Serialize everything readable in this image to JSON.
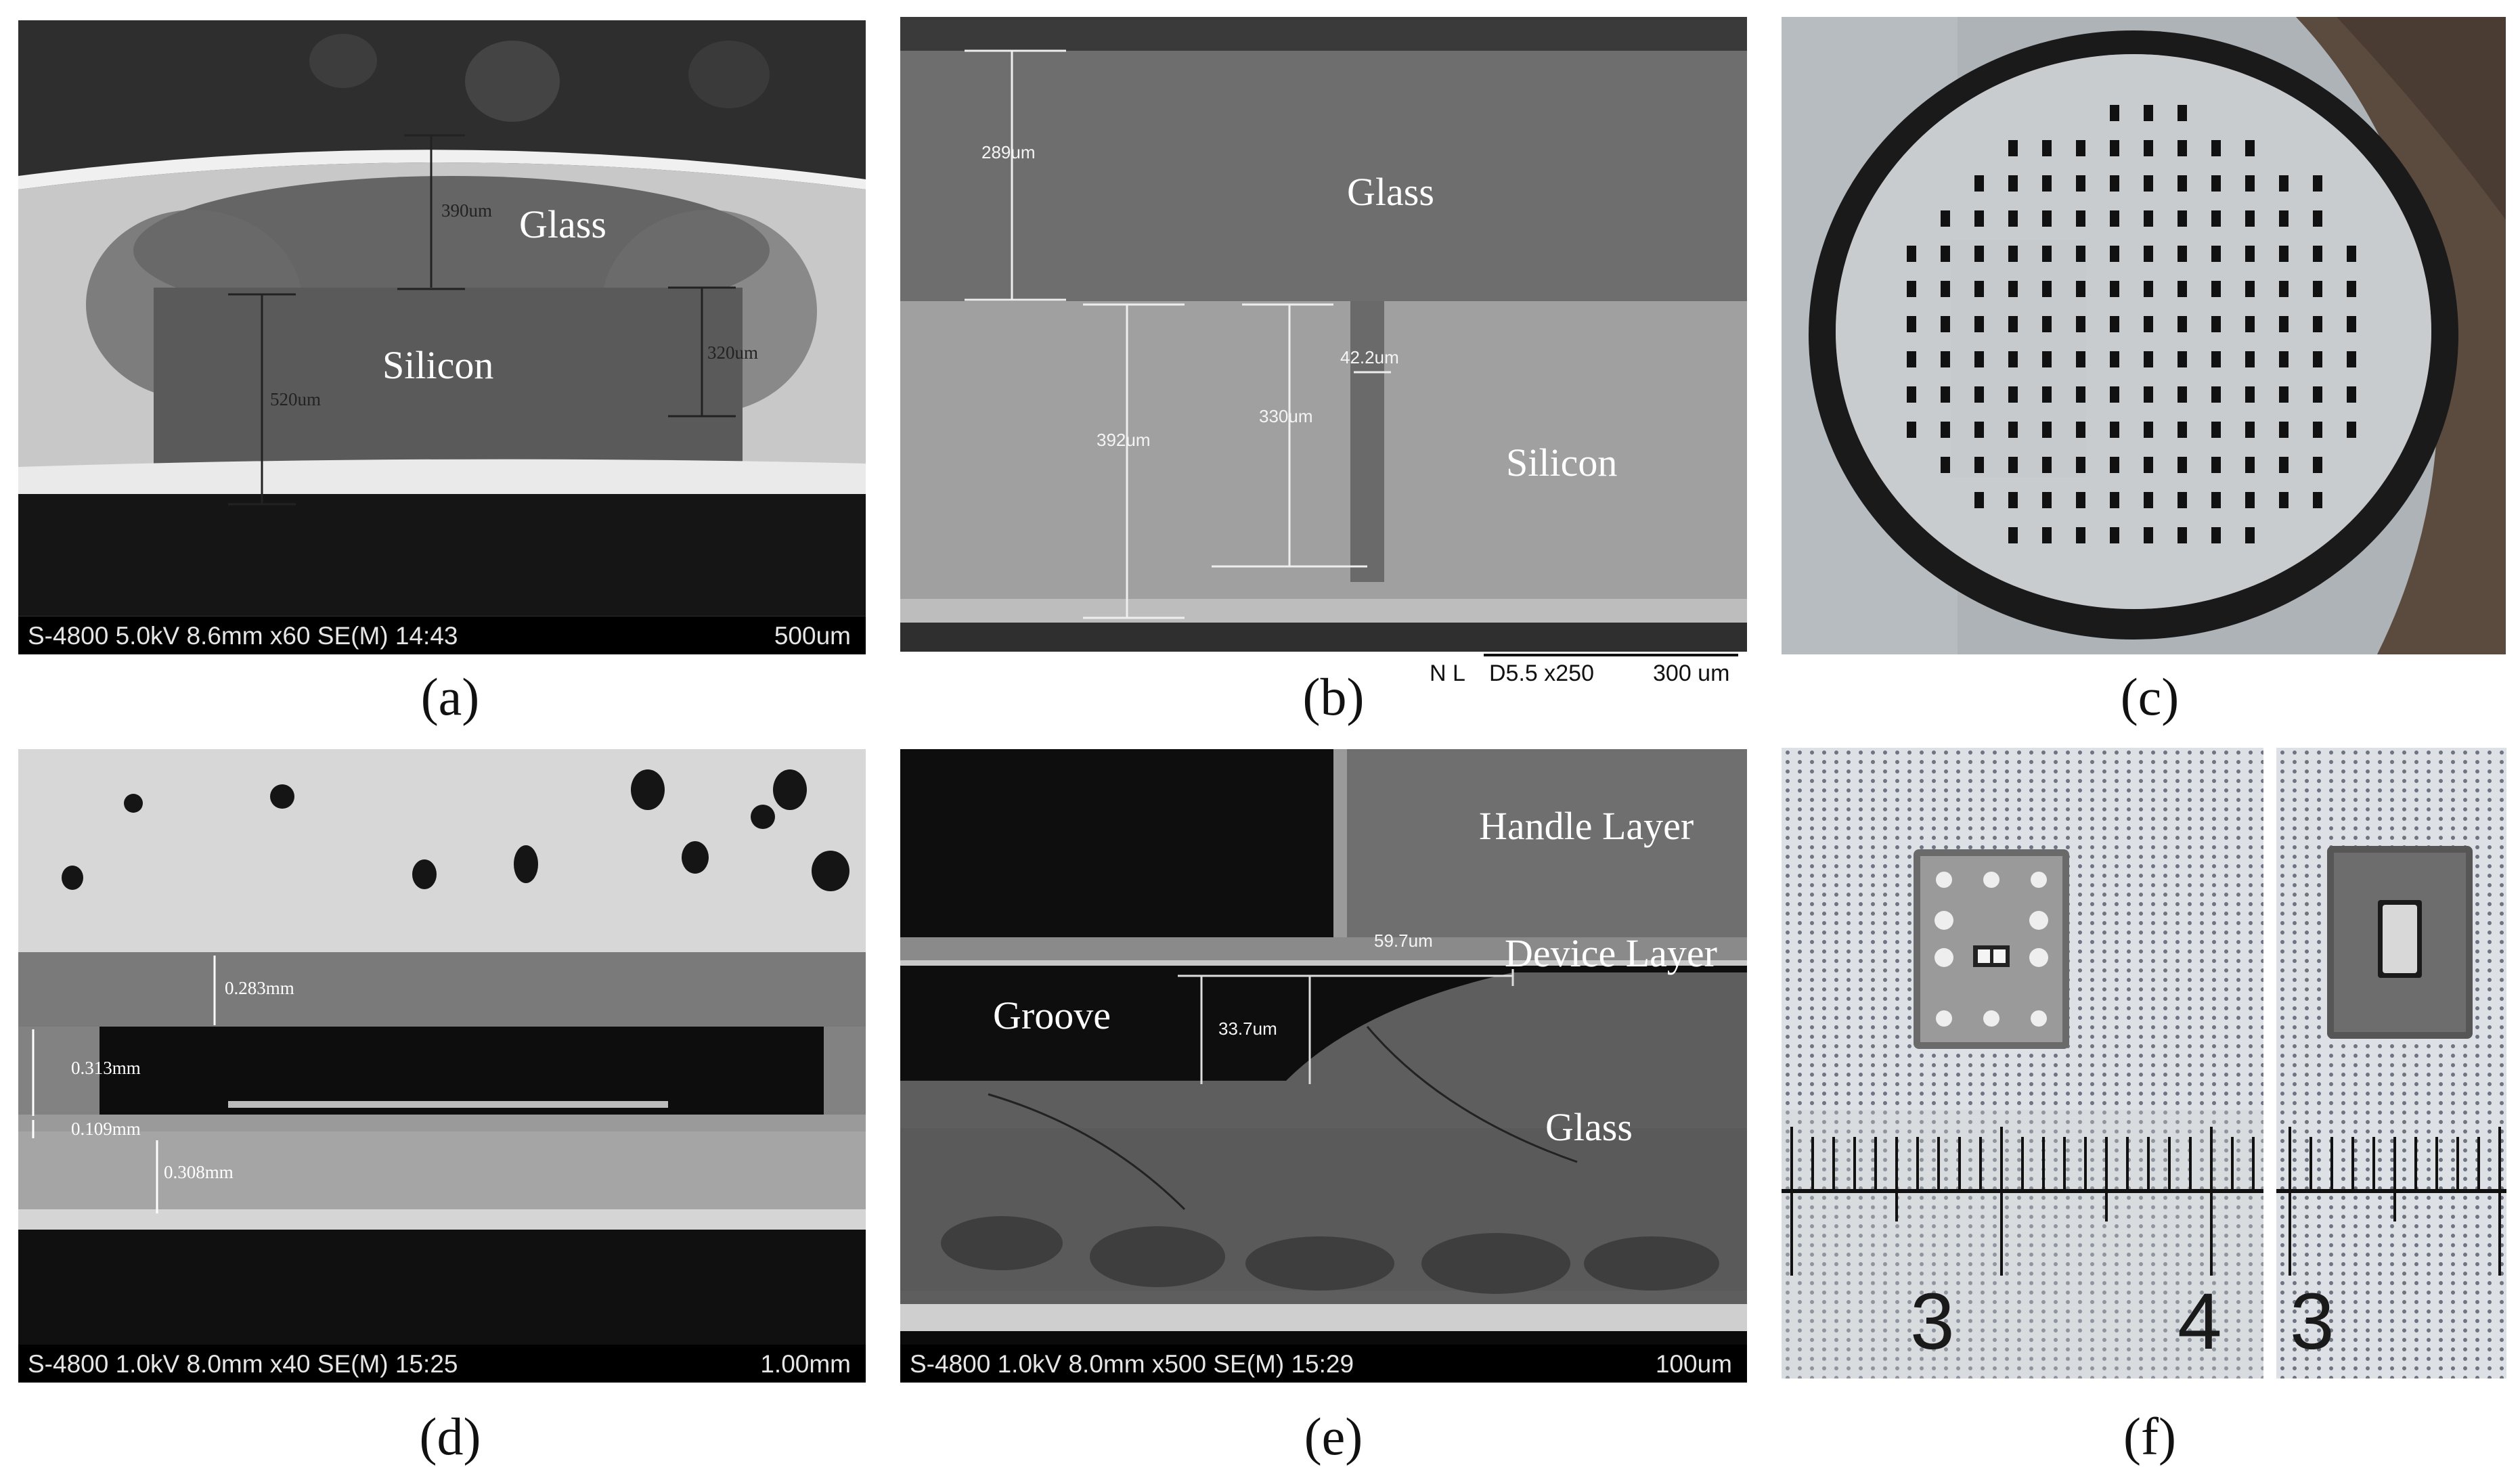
{
  "panels": {
    "a": {
      "caption": "(a)",
      "labels": {
        "glass": "Glass",
        "silicon": "Silicon"
      },
      "dims": {
        "d1": "390um",
        "d2": "520um",
        "d3": "320um"
      },
      "sem_info": "S-4800 5.0kV 8.6mm x60 SE(M) 14:43",
      "scale": "500um"
    },
    "b": {
      "caption": "(b)",
      "labels": {
        "glass": "Glass",
        "silicon": "Silicon"
      },
      "dims": {
        "d1": "289um",
        "d2": "392um",
        "d3": "330um",
        "d4": "42.2um"
      },
      "meta_left": "N L",
      "meta_mid": "D5.5  x250",
      "scale": "300 um"
    },
    "c": {
      "caption": "(c)"
    },
    "d": {
      "caption": "(d)",
      "dims": {
        "d1": "0.283mm",
        "d2": "0.313mm",
        "d3": "0.109mm",
        "d4": "0.308mm"
      },
      "sem_info": "S-4800 1.0kV 8.0mm x40 SE(M) 15:25",
      "scale": "1.00mm"
    },
    "e": {
      "caption": "(e)",
      "labels": {
        "handle": "Handle Layer",
        "device": "Device Layer",
        "groove": "Groove",
        "glass": "Glass"
      },
      "dims": {
        "d1": "59.7um",
        "d2": "33.7um"
      },
      "sem_info": "S-4800 1.0kV 8.0mm x500 SE(M) 15:29",
      "scale": "100um"
    },
    "f": {
      "caption": "(f)",
      "ruler": {
        "n1": "3",
        "n2": "4",
        "n3": "3"
      }
    }
  },
  "colors": {
    "glass_gray": "#5a5a5a",
    "silicon_gray": "#8a8a8a",
    "chip_body": "#8f8f8f",
    "ring": "#1c1c1c"
  }
}
